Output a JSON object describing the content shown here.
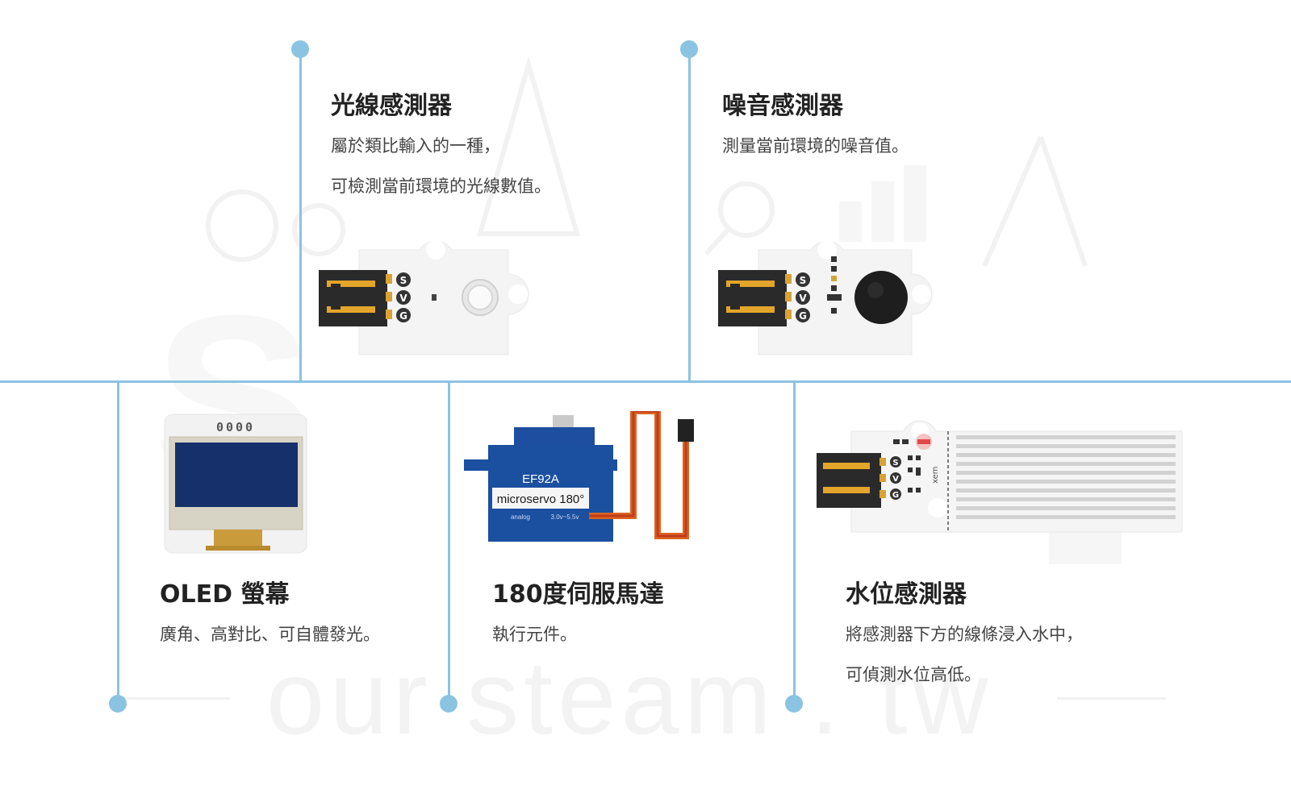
{
  "watermark": "our steam . tw",
  "colors": {
    "accent_line": "#8bc3e2",
    "board_white": "#f4f4f4",
    "servo_blue": "#1b4fa0",
    "oled_blue": "#16306b"
  },
  "modules": [
    {
      "title": "光線感測器",
      "lines": [
        "屬於類比輸入的一種，",
        "可檢測當前環境的光線數值。"
      ],
      "icon": "light-sensor-board"
    },
    {
      "title": "噪音感測器",
      "lines": [
        "測量當前環境的噪音值。"
      ],
      "icon": "noise-sensor-board"
    },
    {
      "title": "OLED 螢幕",
      "lines": [
        "廣角、高對比、可自體發光。"
      ],
      "icon": "oled-display-board"
    },
    {
      "title": "180度伺服馬達",
      "lines": [
        "執行元件。"
      ],
      "icon": "servo-motor"
    },
    {
      "title": "水位感測器",
      "lines": [
        "將感測器下方的線條浸入水中，",
        "可偵測水位高低。"
      ],
      "icon": "water-level-sensor-board"
    }
  ],
  "pin_labels": [
    "S",
    "V",
    "G"
  ],
  "oled_header": "0000",
  "servo": {
    "model": "EF92A",
    "name": "microservo 180°",
    "spec_type": "analog",
    "spec_voltage": "3.0v~5.5v"
  },
  "water_sensor_mark": "xem"
}
